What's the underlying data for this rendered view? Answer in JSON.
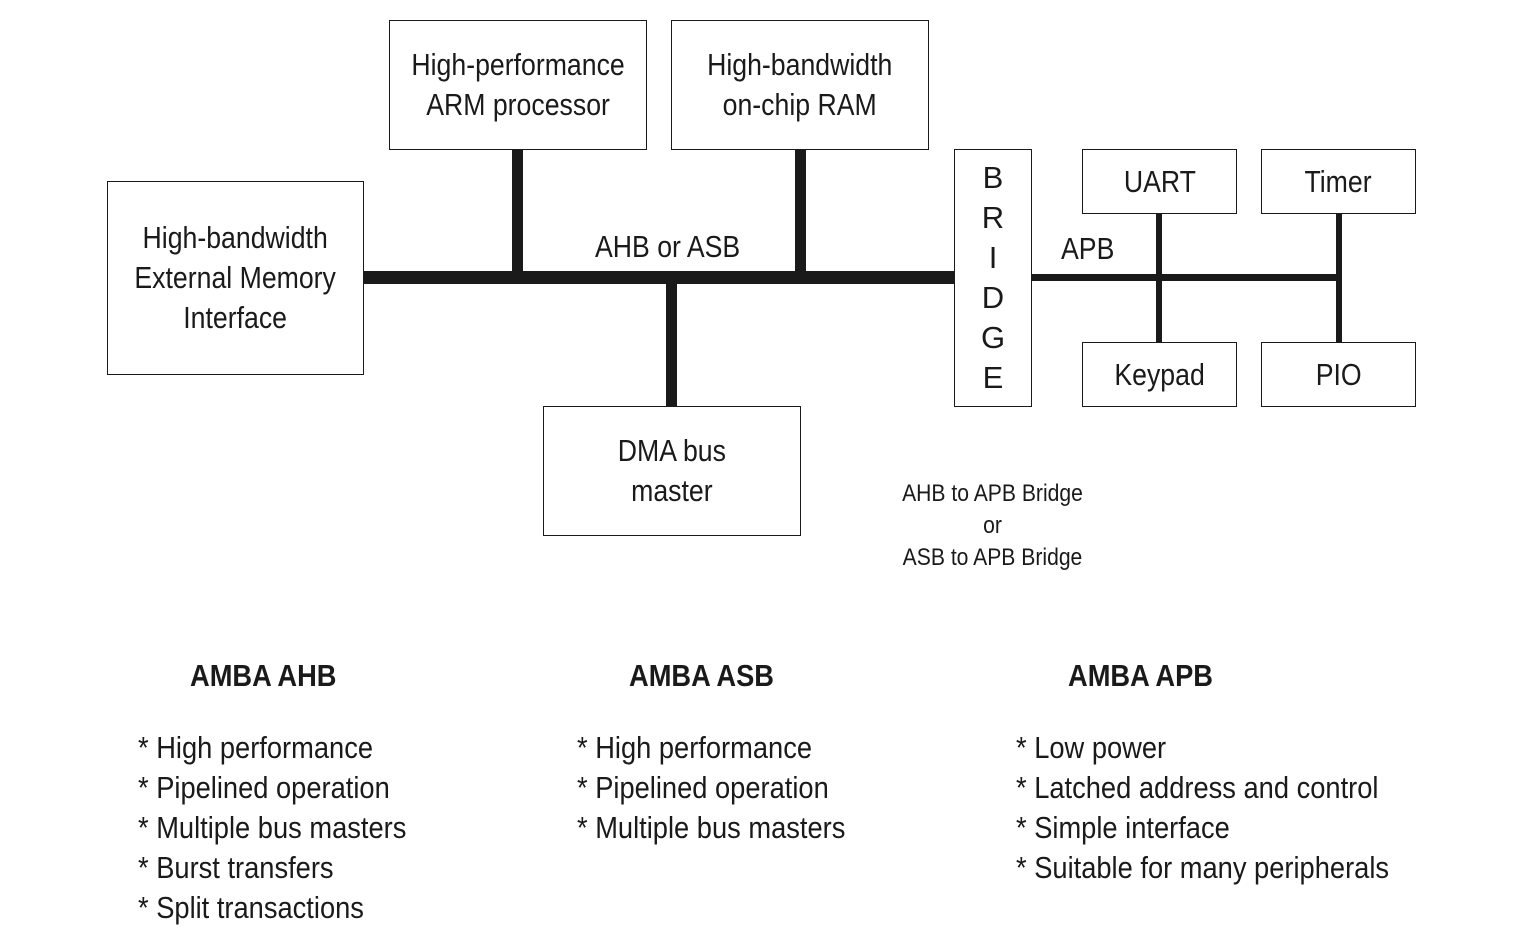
{
  "boxes": {
    "ext_memory": "High-bandwidth\nExternal Memory\nInterface",
    "arm": "High-performance\nARM processor",
    "ram": "High-bandwidth\non-chip RAM",
    "dma": "DMA bus\nmaster",
    "bridge": [
      "B",
      "R",
      "I",
      "D",
      "G",
      "E"
    ],
    "uart": "UART",
    "timer": "Timer",
    "keypad": "Keypad",
    "pio": "PIO"
  },
  "bus_labels": {
    "main": "AHB or ASB",
    "peripheral": "APB"
  },
  "bridge_note": [
    "AHB to APB Bridge",
    "or",
    "ASB to APB Bridge"
  ],
  "columns": [
    {
      "title": "AMBA AHB",
      "items": [
        "* High performance",
        "* Pipelined operation",
        "* Multiple bus masters",
        "* Burst transfers",
        "* Split transactions"
      ]
    },
    {
      "title": "AMBA ASB",
      "items": [
        "* High performance",
        "* Pipelined operation",
        "* Multiple bus masters"
      ]
    },
    {
      "title": "AMBA APB",
      "items": [
        "* Low power",
        "* Latched address and control",
        "* Simple interface",
        "* Suitable for many peripherals"
      ]
    }
  ]
}
